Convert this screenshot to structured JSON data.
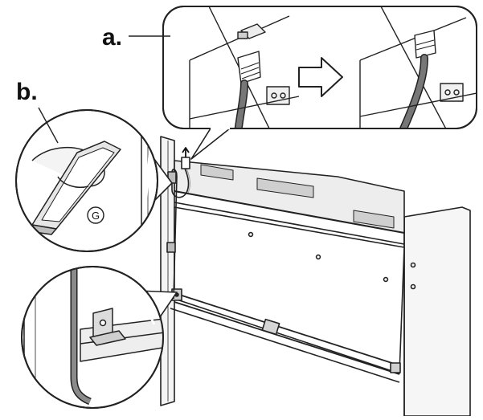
{
  "callouts": {
    "a": "a.",
    "b": "b."
  },
  "part_marker": "G",
  "colors": {
    "line": "#222222",
    "panel": "#f2f2f2",
    "shade": "#bdbdbd",
    "cable": "#6e6e6e",
    "background": "#ffffff"
  }
}
